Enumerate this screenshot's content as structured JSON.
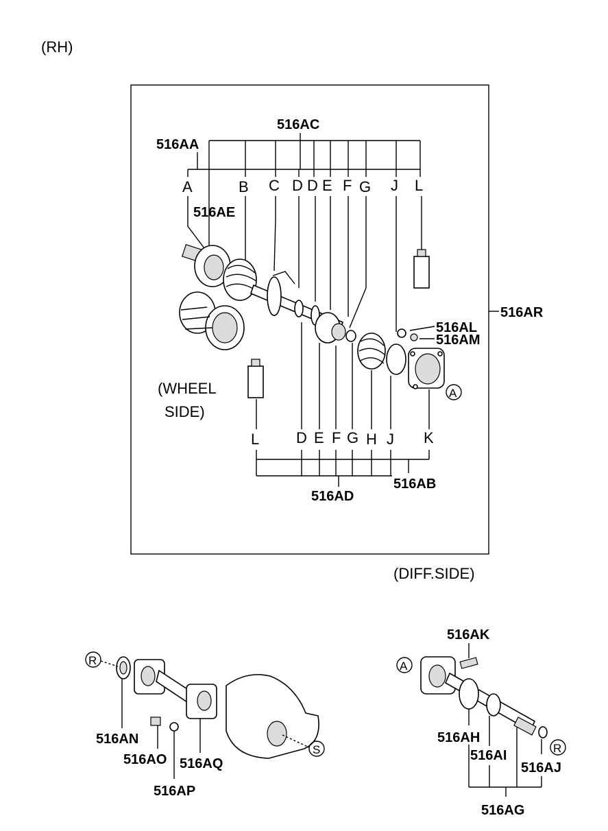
{
  "header": {
    "side": "(RH)"
  },
  "main": {
    "box_label": "516AR",
    "wheel_side": [
      "(WHEEL",
      "SIDE)"
    ],
    "diff_side": "(DIFF.SIDE)",
    "groups": {
      "top_a": "516AA",
      "top_c": "516AC",
      "boot": "516AE",
      "bottom_d": "516AD",
      "bottom_b": "516AB",
      "nut": "516AL",
      "washer": "516AM"
    },
    "top_letters": [
      "A",
      "B",
      "C",
      "D",
      "D",
      "E",
      "F",
      "G",
      "J",
      "L"
    ],
    "bottom_letters": [
      "L",
      "D",
      "E",
      "F",
      "G",
      "H",
      "J",
      "K"
    ],
    "ref_a": "A"
  },
  "lower_left": {
    "ref_r": "R",
    "ref_s": "S",
    "parts": [
      "516AN",
      "516AO",
      "516AP",
      "516AQ"
    ]
  },
  "lower_right": {
    "ref_a": "A",
    "ref_r": "R",
    "parts": [
      "516AK",
      "516AH",
      "516AI",
      "516AJ",
      "516AG"
    ]
  }
}
